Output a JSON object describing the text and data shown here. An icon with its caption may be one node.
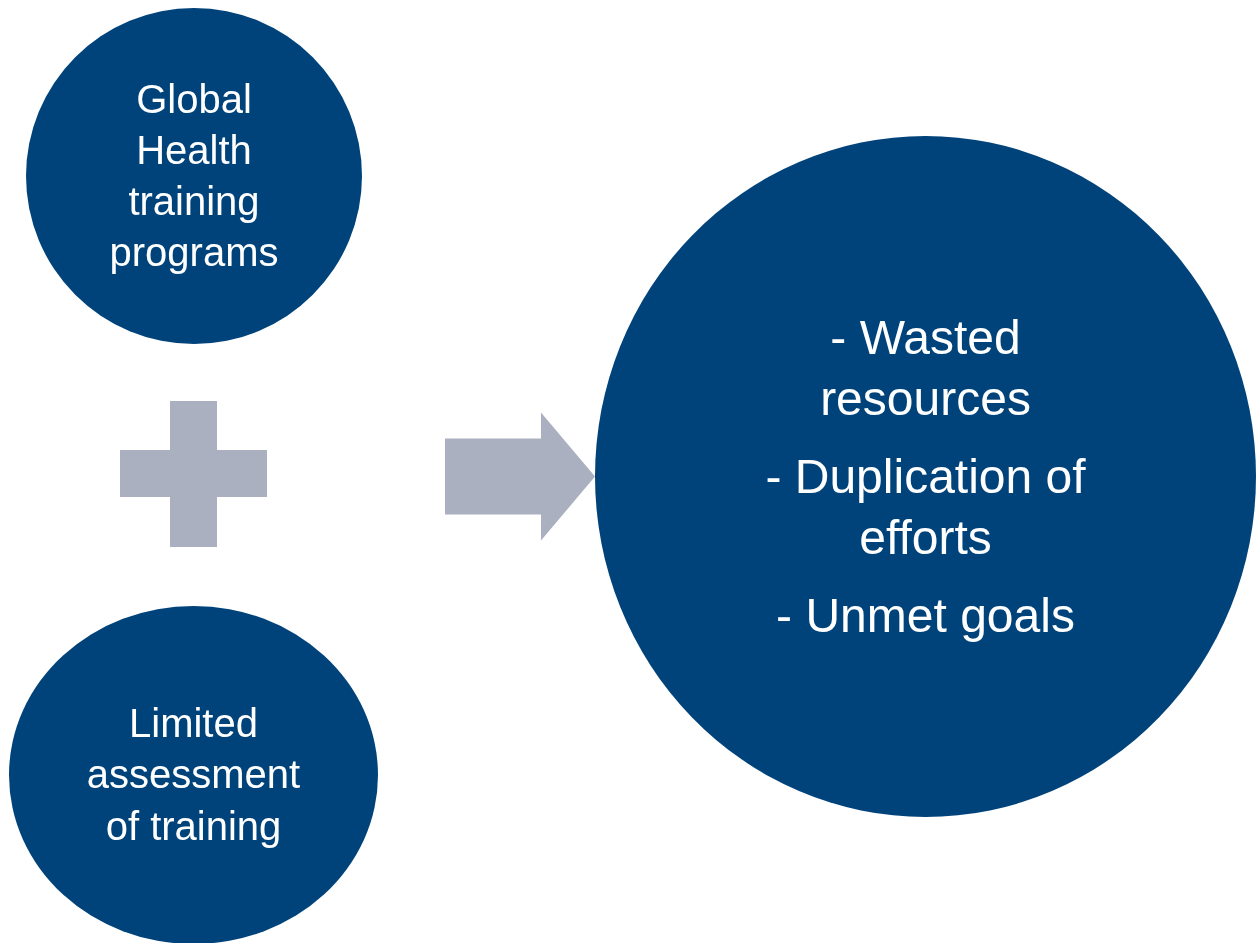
{
  "diagram": {
    "nodes": [
      {
        "text": [
          "Global Health training programs"
        ]
      },
      {
        "text": [
          "Limited assessment of training"
        ]
      },
      {
        "text": [
          "- Wasted resources",
          "- Duplication of efforts",
          "- Unmet goals"
        ]
      }
    ],
    "edges": [
      {
        "from": null,
        "to": 2,
        "arrow": "to"
      }
    ]
  }
}
